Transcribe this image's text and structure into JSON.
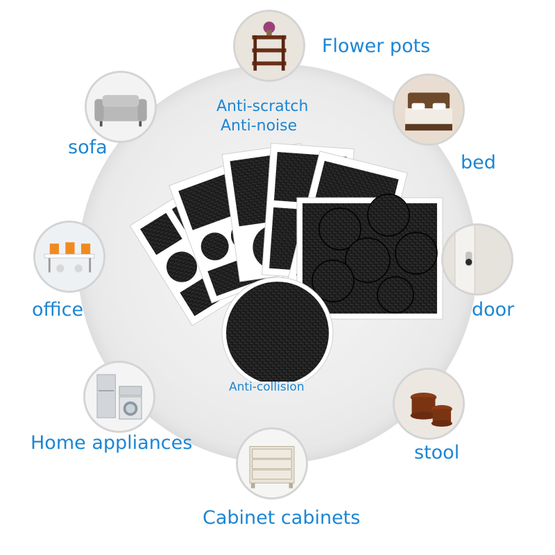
{
  "center": {
    "feature_line1": "Anti-scratch",
    "feature_line2": "Anti-noise",
    "feature_bottom": "Anti-collision"
  },
  "uses": {
    "flower_pots": "Flower pots",
    "bed": "bed",
    "sofa": "sofa",
    "office": "office",
    "door": "door",
    "home_appliances": "Home appliances",
    "stool": "stool",
    "cabinet": "Cabinet cabinets"
  },
  "colors": {
    "label_blue": "#1c86d3",
    "pad_black": "#161616",
    "backing_white": "#ffffff"
  }
}
